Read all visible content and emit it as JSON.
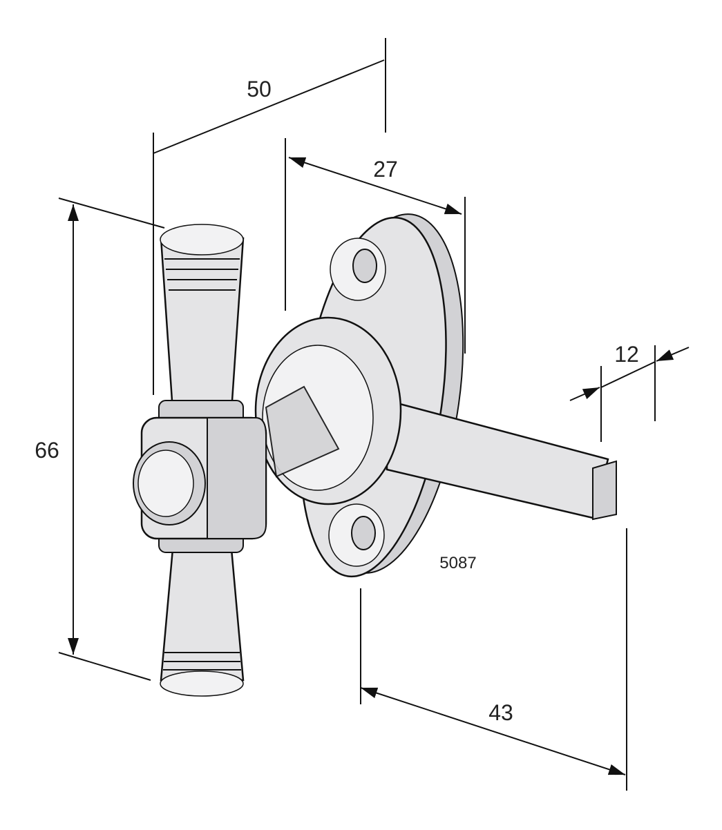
{
  "dimensions": {
    "width_overall": "50",
    "plate_depth": "27",
    "bar_thickness": "12",
    "handle_height": "66",
    "bar_length": "43"
  },
  "product_code": "5087"
}
